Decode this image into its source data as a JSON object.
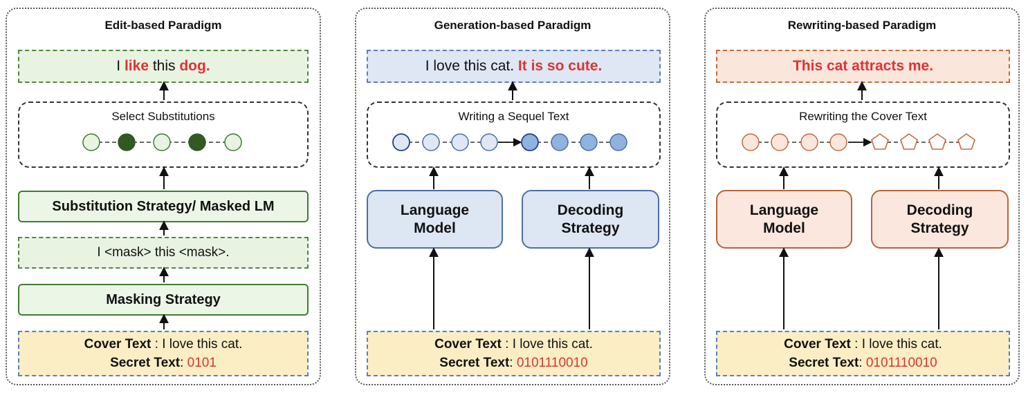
{
  "panels": [
    {
      "title": "Edit-based Paradigm",
      "output_pre": "I ",
      "output_red1": "like",
      "output_mid": " this ",
      "output_red2": "dog.",
      "select_title": "Select Substitutions",
      "substitution_label": "Substitution Strategy/ Masked LM",
      "masked_text": "I <mask> this <mask>.",
      "masking_label": "Masking Strategy",
      "cover_label": "Cover Text",
      "cover_value": " : I love this cat.",
      "secret_label": "Secret Text",
      "secret_sep": ": ",
      "secret_value": "0101"
    },
    {
      "title": "Generation-based Paradigm",
      "output_black": "I love this cat. ",
      "output_red": "It is so cute.",
      "sequel_title": "Writing a Sequel Text",
      "lm_line1": "Language",
      "lm_line2": "Model",
      "dec_line1": "Decoding",
      "dec_line2": "Strategy",
      "cover_label": "Cover Text",
      "cover_value": " : I love this cat.",
      "secret_label": "Secret Text",
      "secret_sep": ": ",
      "secret_value": "0101110010"
    },
    {
      "title": "Rewriting-based Paradigm",
      "output_red": "This cat attracts me.",
      "rewrite_title": "Rewriting the Cover Text",
      "lm_line1": "Language",
      "lm_line2": "Model",
      "dec_line1": "Decoding",
      "dec_line2": "Strategy",
      "cover_label": "Cover Text",
      "cover_value": " : I love this cat.",
      "secret_label": "Secret Text",
      "secret_sep": ": ",
      "secret_value": "0101110010"
    }
  ],
  "colors": {
    "green_fill": "#e8f3e2",
    "dark_green": "#2f5a22",
    "blue_fill": "#dfe7f4",
    "blue_node": "#8fb3de",
    "orange_fill": "#fbe6dc",
    "orange_stroke": "#c46a3f",
    "secret_red": "#d33333",
    "cover_fill": "#fbeec4"
  }
}
